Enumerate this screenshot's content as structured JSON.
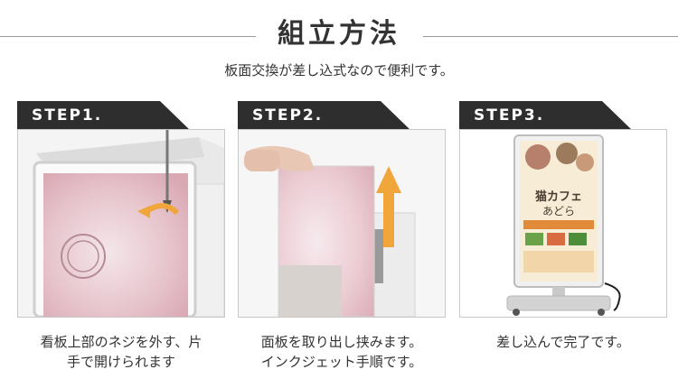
{
  "header": {
    "title": "組立方法",
    "subtitle": "板面交換が差し込式なので便利です。"
  },
  "steps": [
    {
      "label": "STEP1.",
      "caption_line1": "看板上部のネジを外す、片",
      "caption_line2": "手で開けられます",
      "image_alt": "screwdriver-opening-sign-top"
    },
    {
      "label": "STEP2.",
      "caption_line1": "面板を取り出し挟みます。",
      "caption_line2": "インクジェット手順です。",
      "image_alt": "hand-pulling-panel-up"
    },
    {
      "label": "STEP3.",
      "caption_line1": "差し込んで完了です。",
      "caption_line2": "",
      "image_alt": "completed-standing-signboard"
    }
  ],
  "colors": {
    "tab": "#2e2e2e",
    "tab_accent": "#6b6b6b",
    "arrow_up": "#f0a63a",
    "arrow_curve": "#f0a63a",
    "rule": "#9a9a9a"
  },
  "image_text": {
    "poster_main": "猫カフェ",
    "poster_sub": "あどら"
  }
}
